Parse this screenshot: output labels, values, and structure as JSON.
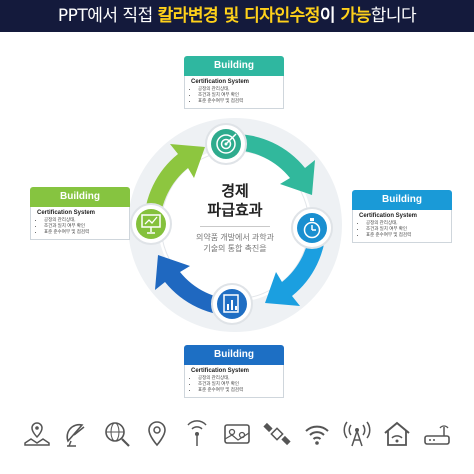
{
  "banner": {
    "part1": "PPT에서 직접 ",
    "part2": "칼라변경 및 디자인수정",
    "part3": "이 ",
    "part4": "가능",
    "part5": "합니다"
  },
  "center": {
    "title_line1": "경제",
    "title_line2": "파급효과",
    "sub_line1": "의약품 개발에서 과학과",
    "sub_line2": "기술의 통합 촉진을"
  },
  "boxes": {
    "top": {
      "header": "Building",
      "title": "Certification System",
      "items": [
        "공정의 관리상태,",
        "조건과 일치 여부 확인",
        "표준 준수여부 및 점검력"
      ],
      "color": "#2fb7a0"
    },
    "left": {
      "header": "Building",
      "title": "Certification System",
      "items": [
        "공정의 관리상태,",
        "조건과 일치 여부 확인",
        "표준 준수여부 및 점검력"
      ],
      "color": "#86c440"
    },
    "right": {
      "header": "Building",
      "title": "Certification System",
      "items": [
        "공정의 관리상태,",
        "조건과 일치 여부 확인",
        "표준 준수여부 및 점검력"
      ],
      "color": "#1a9ad7"
    },
    "bottom": {
      "header": "Building",
      "title": "Certification System",
      "items": [
        "공정의 관리상태,",
        "조건과 일치 여부 확인",
        "표준 준수여부 및 점검력"
      ],
      "color": "#1d6fc4"
    }
  },
  "icons": {
    "cycle": [
      "target-icon",
      "stopwatch-icon",
      "bar-chart-document-icon",
      "presentation-board-icon"
    ],
    "bottom": [
      "map-pin-icon",
      "satellite-dish-icon",
      "globe-search-icon",
      "location-pin-icon",
      "broadcast-signal-icon",
      "map-marker-icon",
      "satellite-icon",
      "wifi-icon",
      "radio-wave-icon",
      "home-wifi-icon",
      "router-icon"
    ]
  }
}
